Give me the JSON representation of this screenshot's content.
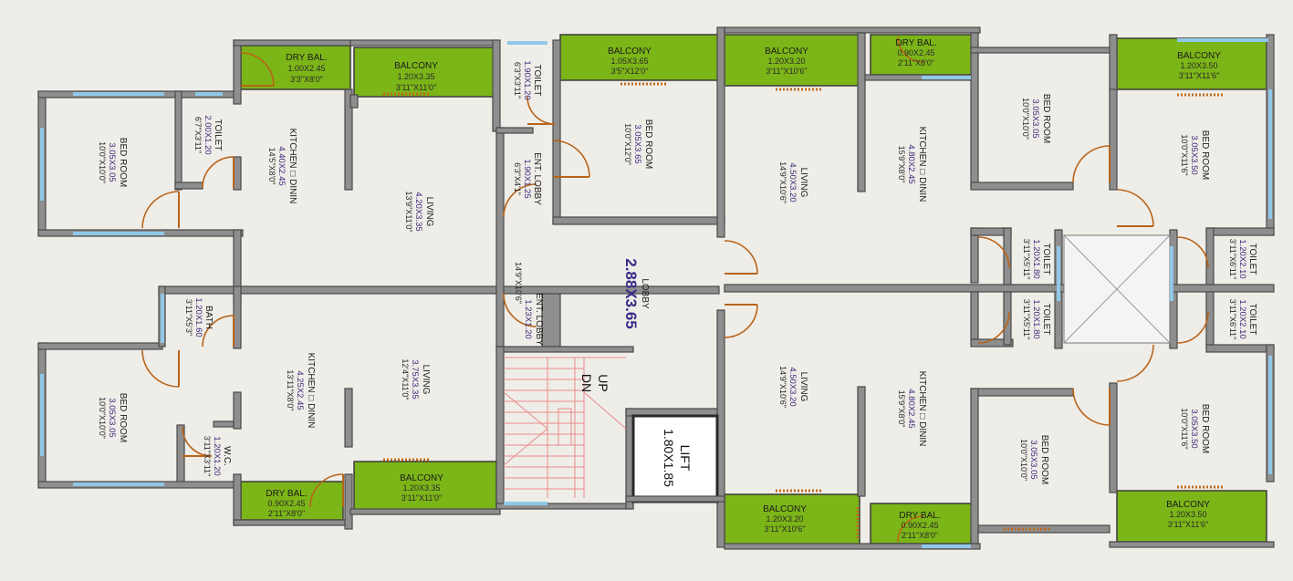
{
  "rooms": {
    "tl_dry_bal": {
      "name": "DRY BAL.",
      "dim": "1.00X2.45",
      "ft": "3'3\"X8'0\""
    },
    "tl_balcony": {
      "name": "BALCONY",
      "dim": "1.20X3.35",
      "ft": "3'11\"X11'0\""
    },
    "tl_bed": {
      "name": "BED ROOM",
      "dim": "3.05X3.05",
      "ft": "10'0\"X10'0\""
    },
    "tl_toilet": {
      "name": "TOILET",
      "dim": "2.00X1.20",
      "ft": "6'7\"X3'11\""
    },
    "tl_kitchen": {
      "name": "KITCHEN □ DININ",
      "dim": "4.40X2.45",
      "ft": "14'5\"X8'0\""
    },
    "tl_living": {
      "name": "LIVING",
      "dim": "4.20X3.35",
      "ft": "13'9\"X11'0\""
    },
    "bl_bed": {
      "name": "BED ROOM",
      "dim": "3.05X3.05",
      "ft": "10'0\"X10'0\""
    },
    "bl_bath": {
      "name": "BATH",
      "dim": "1.20X1.60",
      "ft": "3'11\"X5'3\""
    },
    "bl_kitchen": {
      "name": "KITCHEN □ DININ",
      "dim": "4.25X2.45",
      "ft": "13'11\"X8'0\""
    },
    "bl_living": {
      "name": "LIVING",
      "dim": "3.75X3.35",
      "ft": "12'4\"X11'0\""
    },
    "bl_wc": {
      "name": "W.C.",
      "dim": "1.20X1.20",
      "ft": "3'11\"X3'11\""
    },
    "bl_dry_bal": {
      "name": "DRY BAL.",
      "dim": "0.90X2.45",
      "ft": "2'11\"X8'0\""
    },
    "bl_balcony": {
      "name": "BALCONY",
      "dim": "1.20X3.35",
      "ft": "3'11\"X11'0\""
    },
    "tc_toilet": {
      "name": "TOILET",
      "dim": "1.90X1.20",
      "ft": "6'3\"X3'11\""
    },
    "tc_balcony": {
      "name": "BALCONY",
      "dim": "1.05X3.65",
      "ft": "3'5\"X12'0\""
    },
    "tc_bed": {
      "name": "BED ROOM",
      "dim": "3.05X3.65",
      "ft": "10'0\"X12'0\""
    },
    "tc_ent_lobby": {
      "name": "ENT. LOBBY",
      "dim": "1.90X1.25",
      "ft": "6'3\"X4'1\""
    },
    "c_ent_lobby": {
      "name": "ENT. LOBBY",
      "dim": "1.23X1.20",
      "ft": "14'9\"X10'6\""
    },
    "c_lobby": {
      "name": "LOBBY",
      "dim": "2.88X3.65"
    },
    "stair_up": "UP",
    "stair_dn": "DN",
    "lift": {
      "name": "LIFT",
      "dim": "1.80X1.85"
    },
    "tr_balcony": {
      "name": "BALCONY",
      "dim": "1.20X3.20",
      "ft": "3'11\"X10'6\""
    },
    "tr_dry_bal": {
      "name": "DRY BAL.",
      "dim": "0.90X2.45",
      "ft": "2'11\"X8'0\""
    },
    "tr_living": {
      "name": "LIVING",
      "dim": "4.50X3.20",
      "ft": "14'9\"X10'6\""
    },
    "tr_kitchen": {
      "name": "KITCHEN □ DININ",
      "dim": "4.80X2.45",
      "ft": "15'9\"X8'0\""
    },
    "tr_bed1": {
      "name": "BED ROOM",
      "dim": "3.05X3.05",
      "ft": "10'0\"X10'0\""
    },
    "tr_balcony2": {
      "name": "BALCONY",
      "dim": "1.20X3.50",
      "ft": "3'11\"X11'6\""
    },
    "tr_bed2": {
      "name": "BED ROOM",
      "dim": "3.05X3.50",
      "ft": "10'0\"X11'6\""
    },
    "tr_toilet1": {
      "name": "TOILET",
      "dim": "1.20X1.80",
      "ft": "3'11\"X5'11\""
    },
    "tr_toilet2": {
      "name": "TOILET",
      "dim": "1.20X2.10",
      "ft": "3'11\"X6'11\""
    },
    "br_toilet1": {
      "name": "TOILET",
      "dim": "1.20X1.80",
      "ft": "3'11\"X5'11\""
    },
    "br_toilet2": {
      "name": "TOILET",
      "dim": "1.20X2.10",
      "ft": "3'11\"X6'11\""
    },
    "br_living": {
      "name": "LIVING",
      "dim": "4.50X3.20",
      "ft": "14'9\"X10'6\""
    },
    "br_kitchen": {
      "name": "KITCHEN □ DININ",
      "dim": "4.80X2.45",
      "ft": "15'9\"X8'0\""
    },
    "br_bed1": {
      "name": "BED ROOM",
      "dim": "3.05X3.05",
      "ft": "10'0\"X10'0\""
    },
    "br_bed2": {
      "name": "BED ROOM",
      "dim": "3.05X3.50",
      "ft": "10'0\"X11'6\""
    },
    "br_balcony": {
      "name": "BALCONY",
      "dim": "1.20X3.20",
      "ft": "3'11\"X10'6\""
    },
    "br_dry_bal": {
      "name": "DRY BAL.",
      "dim": "0.90X2.45",
      "ft": "2'11\"X8'0\""
    },
    "br_balcony2": {
      "name": "BALCONY",
      "dim": "1.20X3.50",
      "ft": "3'11\"X11'6\""
    }
  },
  "colors": {
    "balcony": "#7cb518",
    "wall": "#8e8e8e",
    "door": "#b8641a",
    "window": "#8fc8e8",
    "stair": "#e88a8a",
    "background": "#efede8"
  }
}
